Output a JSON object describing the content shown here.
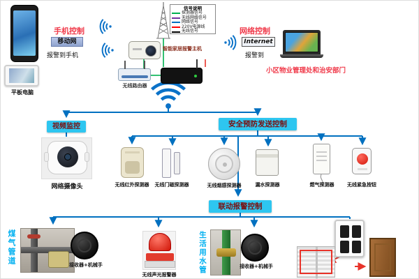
{
  "legend": {
    "title": "信号说明",
    "items": [
      {
        "label": "探测器信号",
        "color": "#00b050"
      },
      {
        "label": "无线网络信号",
        "color": "#7030a0"
      },
      {
        "label": "网络信号",
        "color": "#0070c0"
      },
      {
        "label": "220V电源线",
        "color": "#ff0000"
      },
      {
        "label": "无线信号",
        "color": "#000000"
      }
    ]
  },
  "devices_left": {
    "tablet": "平板电脑"
  },
  "mobile": {
    "title": "手机控制",
    "network": "移动网",
    "alert": "报警到手机"
  },
  "internet": {
    "title": "网络控制",
    "network": "Internet",
    "alert": "报警到",
    "destination": "小区物业管理处和治安部门"
  },
  "hub": {
    "host": "智能家居报警主机",
    "router": "无线路由器"
  },
  "branches": {
    "video": "视频监控",
    "security": "安全预防发送控制",
    "linkage": "联动报警控制"
  },
  "camera": "网络摄像头",
  "sensors": [
    {
      "label": "无线红外探测器"
    },
    {
      "label": "无线门磁探测器"
    },
    {
      "label": "无线烟感探测器"
    },
    {
      "label": "漏水探测器"
    },
    {
      "label": "燃气探测器"
    },
    {
      "label": "无线紧急按钮"
    }
  ],
  "actuators": {
    "gas_pipe": "煤气管道",
    "gas_unit": "接收器+机械手",
    "siren": "无线声光报警器",
    "water_pipe": "生活用水管",
    "water_unit": "接收器+机械手"
  },
  "colors": {
    "box_cyan": "#2ec6f0",
    "line_blue": "#0070c0",
    "line_green": "#00b050",
    "line_red": "#ff0000",
    "pipe_label_cyan": "#00b0f0",
    "control_label_red": "#f03a4a"
  }
}
